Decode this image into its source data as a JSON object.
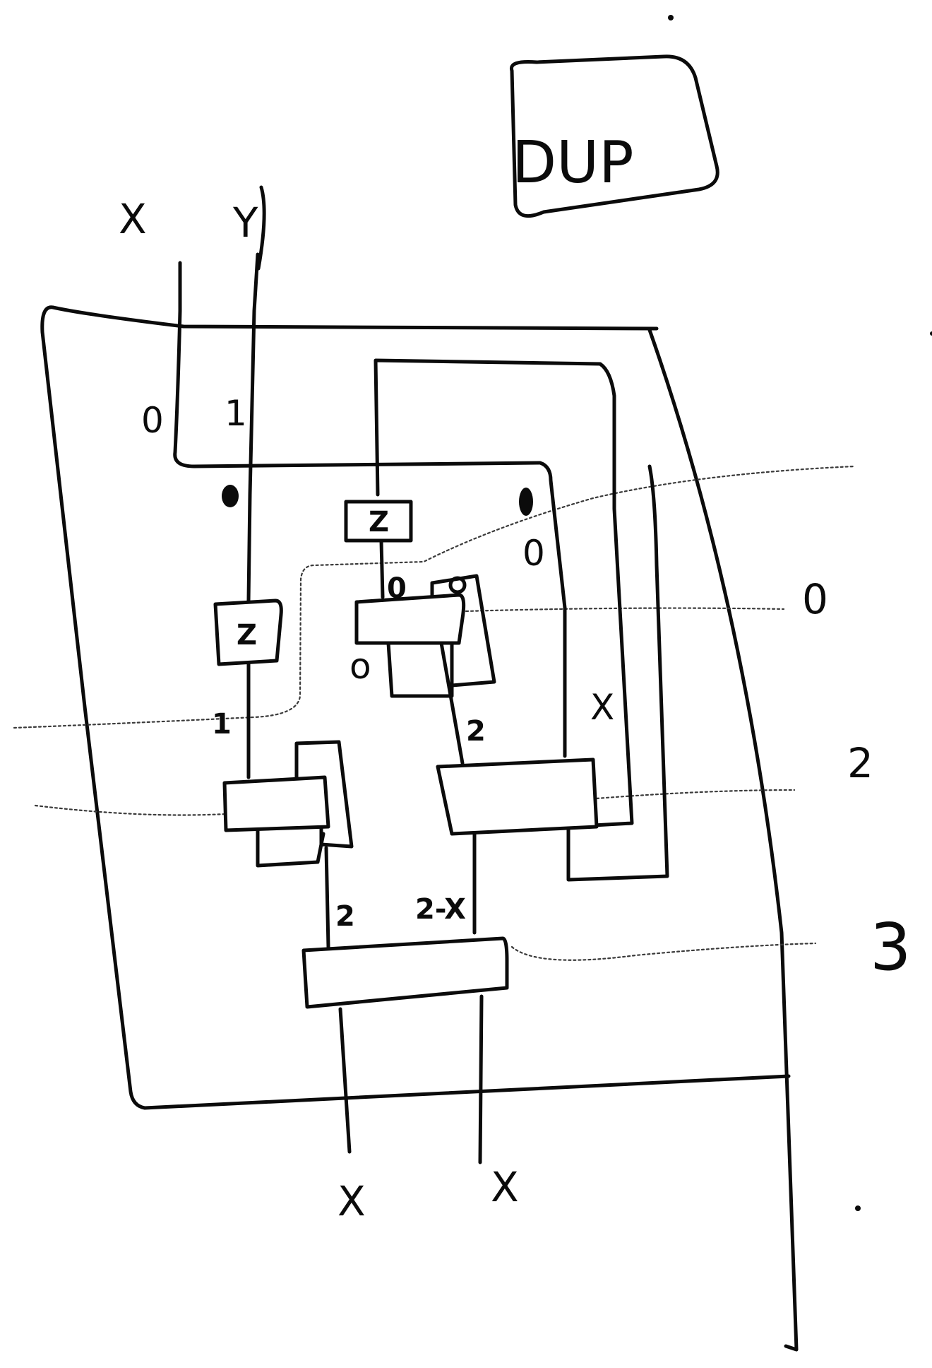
{
  "title": "DUP",
  "inputs": {
    "left": "X",
    "right": "Y"
  },
  "wire_labels": {
    "in_left": "0",
    "in_right": "1",
    "right_top": "0",
    "inner_zero": "0",
    "box_inner_zero": "0",
    "loop_zero": "o",
    "left_one": "1",
    "mid_two": "2",
    "mid_x": "X",
    "bottom_left": "2",
    "bottom_right": "2-X"
  },
  "gates": {
    "z_top": "Z",
    "z_left": "Z"
  },
  "side_labels": {
    "l1": "0",
    "l2": "2",
    "l3": "3"
  },
  "outputs": {
    "left": "X",
    "right": "X"
  }
}
